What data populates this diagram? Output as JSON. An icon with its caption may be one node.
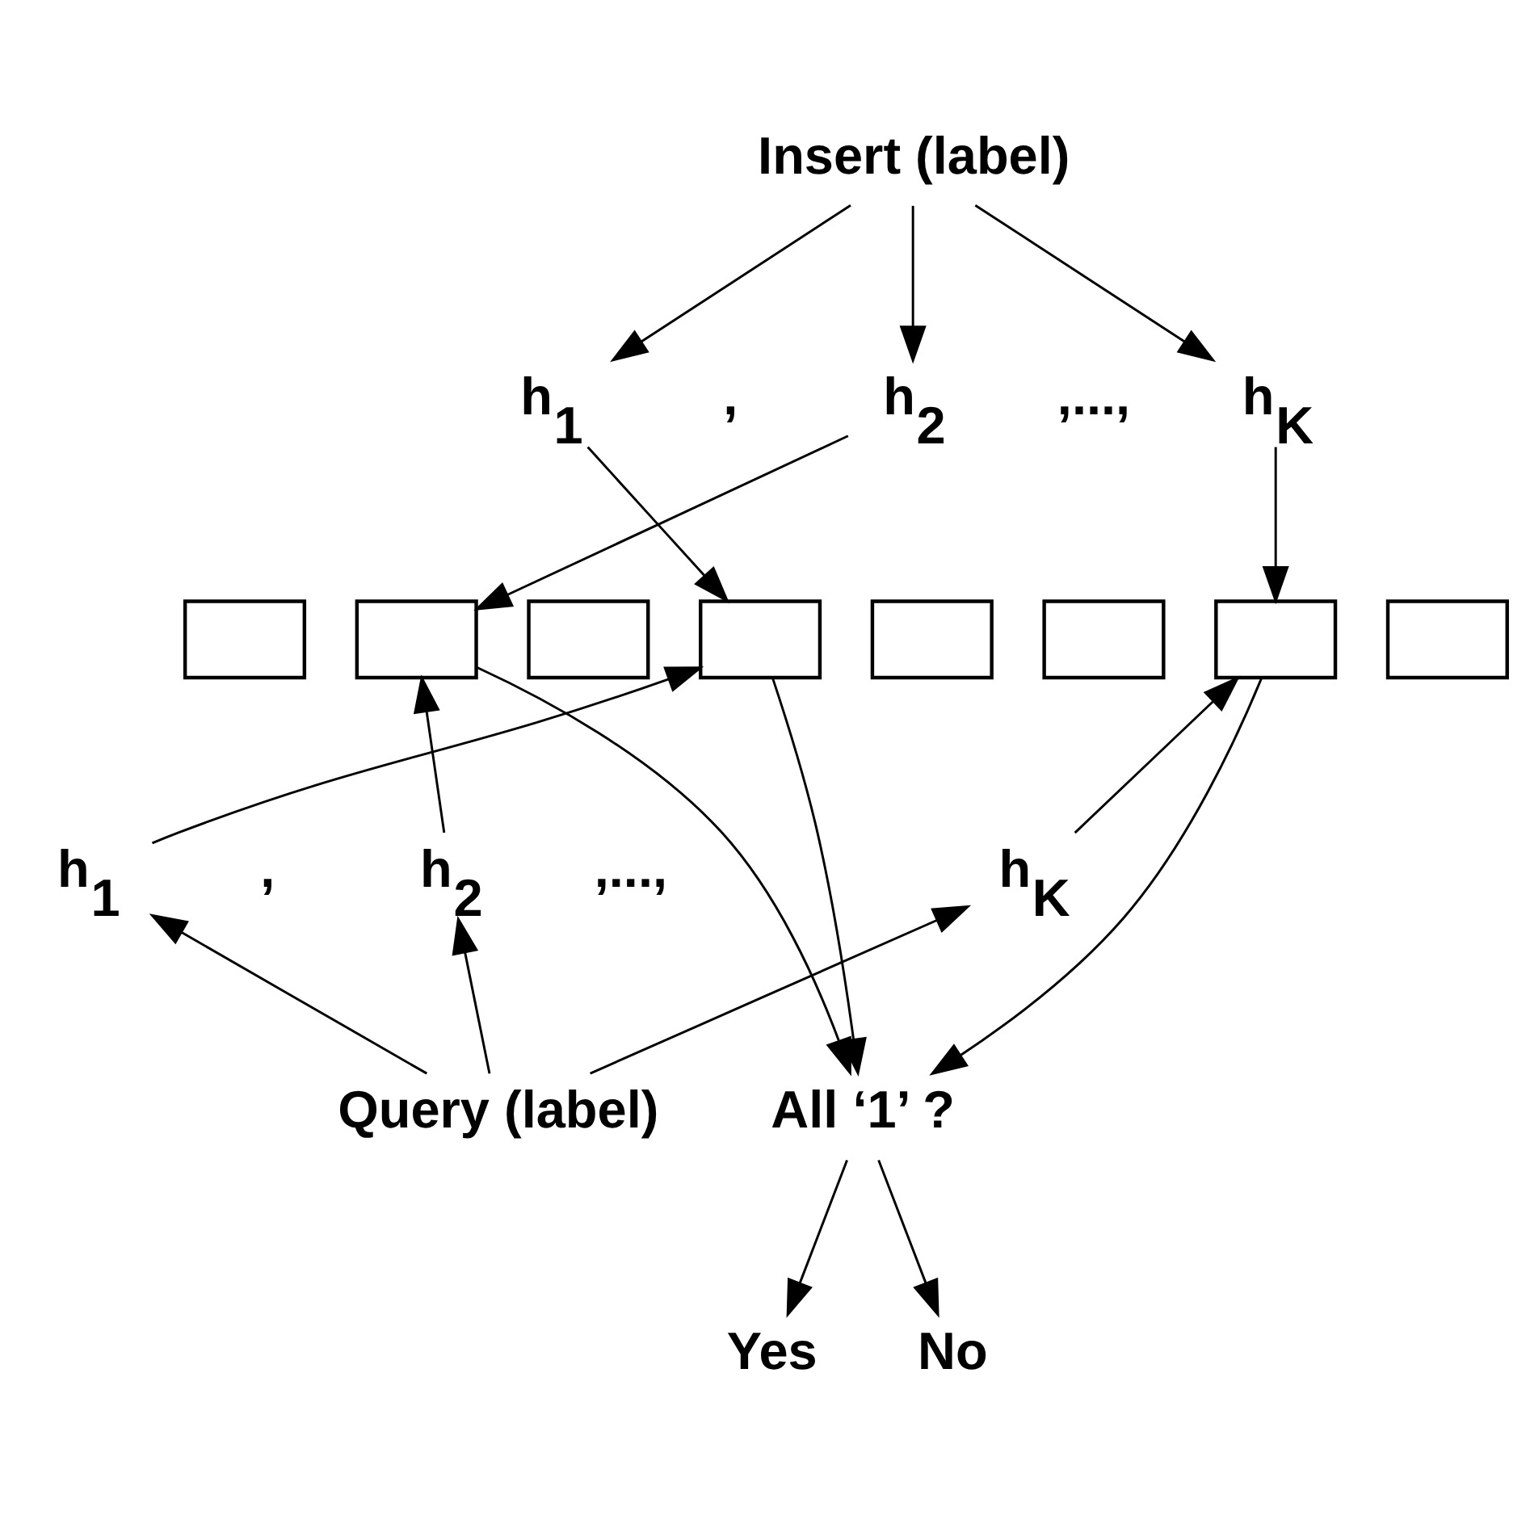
{
  "diagram": {
    "nodes": [
      {
        "text": [
          "Insert (label)"
        ]
      },
      {
        "text": [
          "h$_{1}$"
        ]
      },
      {
        "text": [
          "h$_{2}$"
        ]
      },
      {
        "text": [
          "h$_{K}$"
        ]
      },
      {
        "text": [],
        "shape": "box"
      },
      {
        "text": [],
        "shape": "box"
      },
      {
        "text": [],
        "shape": "box"
      },
      {
        "text": [],
        "shape": "box"
      },
      {
        "text": [],
        "shape": "box"
      },
      {
        "text": [],
        "shape": "box"
      },
      {
        "text": [],
        "shape": "box"
      },
      {
        "text": [],
        "shape": "box"
      },
      {
        "text": [
          "h$_{1}$"
        ]
      },
      {
        "text": [
          "h$_{2}$"
        ]
      },
      {
        "text": [
          "h$_{K}$"
        ]
      },
      {
        "text": [
          "Query (label)"
        ]
      },
      {
        "text": [
          "All ‘1’ ?"
        ]
      },
      {
        "text": [
          "Yes"
        ]
      },
      {
        "text": [
          "No"
        ]
      }
    ],
    "edges": [
      {
        "from": 0,
        "to": 1,
        "arrow": "to"
      },
      {
        "from": 0,
        "to": 2,
        "arrow": "to"
      },
      {
        "from": 0,
        "to": 3,
        "arrow": "to"
      },
      {
        "from": 1,
        "to": 7,
        "arrow": "to"
      },
      {
        "from": 2,
        "to": 5,
        "arrow": "to"
      },
      {
        "from": 3,
        "to": 10,
        "arrow": "to"
      },
      {
        "from": 15,
        "to": 12,
        "arrow": "to"
      },
      {
        "from": 15,
        "to": 13,
        "arrow": "to"
      },
      {
        "from": 15,
        "to": 14,
        "arrow": "to"
      },
      {
        "from": 12,
        "to": 7,
        "arrow": "to"
      },
      {
        "from": 13,
        "to": 5,
        "arrow": "to"
      },
      {
        "from": 14,
        "to": 10,
        "arrow": "to"
      },
      {
        "from": 5,
        "to": 16,
        "arrow": "to"
      },
      {
        "from": 7,
        "to": 16,
        "arrow": "to"
      },
      {
        "from": 10,
        "to": 16,
        "arrow": "to"
      },
      {
        "from": 16,
        "to": 17,
        "arrow": "to"
      },
      {
        "from": 16,
        "to": 18,
        "arrow": "to"
      }
    ],
    "labels": [
      ",",
      ",...,",
      ",",
      ",...,"
    ]
  }
}
